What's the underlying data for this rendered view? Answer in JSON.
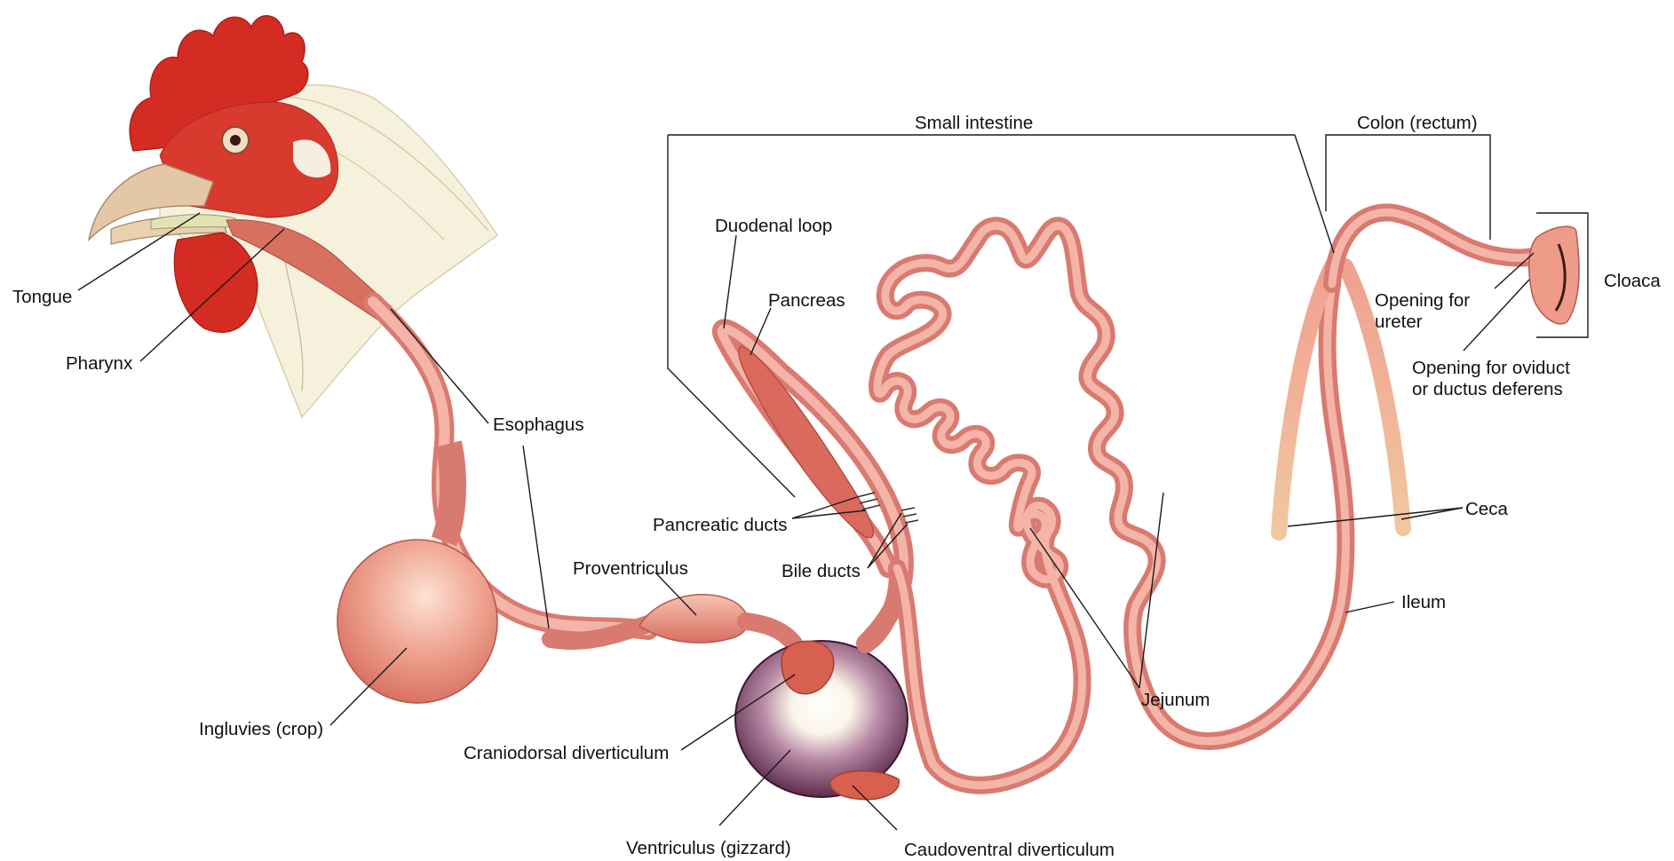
{
  "labels": {
    "tongue": "Tongue",
    "pharynx": "Pharynx",
    "esophagus": "Esophagus",
    "ingluvies": "Ingluvies (crop)",
    "proventriculus": "Proventriculus",
    "craniodorsal": "Craniodorsal diverticulum",
    "ventriculus": "Ventriculus (gizzard)",
    "caudoventral": "Caudoventral diverticulum",
    "small_intestine": "Small intestine",
    "duodenal_loop": "Duodenal loop",
    "pancreas": "Pancreas",
    "pancreatic_ducts": "Pancreatic ducts",
    "bile_ducts": "Bile ducts",
    "jejunum": "Jejunum",
    "colon": "Colon (rectum)",
    "cloaca": "Cloaca",
    "opening_ureter_1": "Opening for",
    "opening_ureter_2": "ureter",
    "opening_oviduct_1": "Opening for oviduct",
    "opening_oviduct_2": "or ductus deferens",
    "ceca": "Ceca",
    "ileum": "Ileum"
  },
  "colors": {
    "comb": "#d42b22",
    "gut": "#d97a70",
    "gut_light": "#f4b5a8",
    "gizzard_dark": "#5a2448",
    "feather": "#f6f1dc"
  }
}
